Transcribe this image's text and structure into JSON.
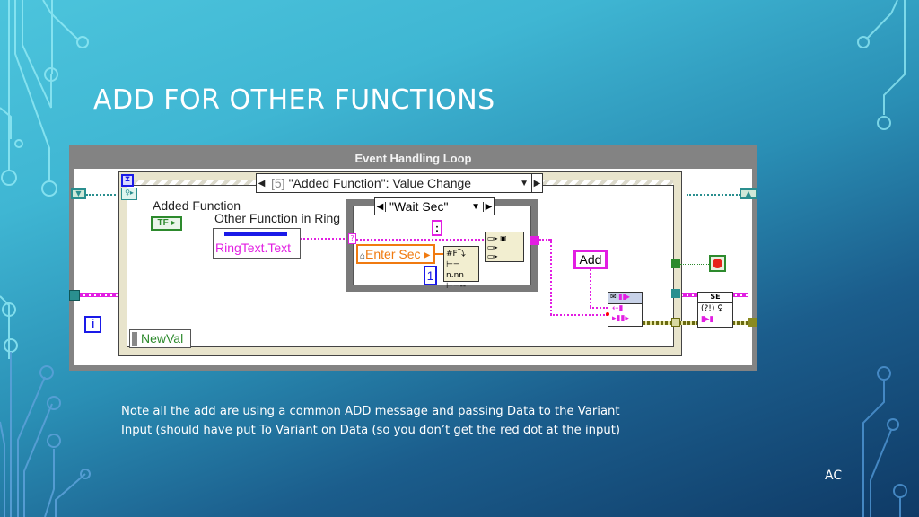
{
  "slide": {
    "title": "ADD FOR OTHER FUNCTIONS",
    "note_line1": "Note all the add are using a common ADD message and passing Data to the Variant",
    "note_line2": "Input (should have put To Variant on  Data (so you don’t get the red dot at the input)",
    "footer": "AC"
  },
  "diagram": {
    "loop_label": "Event Handling Loop",
    "event_selector": {
      "index": "[5]",
      "text": "\"Added Function\": Value Change"
    },
    "added_function_label": "Added Function",
    "added_function_terminal": "TF",
    "ring_label": "Other Function in Ring",
    "ring_property": "RingText.Text",
    "case_selector": "\"Wait Sec\"",
    "enter_sec_label": "Enter Sec",
    "constant_one": "1",
    "concat_separator": ":",
    "add_constant": "Add",
    "newval_label": "NewVal",
    "iteration_terminal": "i",
    "se_label": "SE",
    "stop_color": "#e8221c",
    "wire_colors": {
      "string": "#e21ee2",
      "cluster": "#2a8f8f",
      "error": "#6a6a10",
      "boolean": "#2d8a2d"
    },
    "icons": [
      "hourglass-timeout-icon",
      "event-data-node-icon",
      "shift-register-down-icon",
      "shift-register-up-icon",
      "format-string-icon",
      "concatenate-strings-icon",
      "enqueue-message-icon",
      "simple-error-handler-icon",
      "stop-button-icon"
    ]
  }
}
